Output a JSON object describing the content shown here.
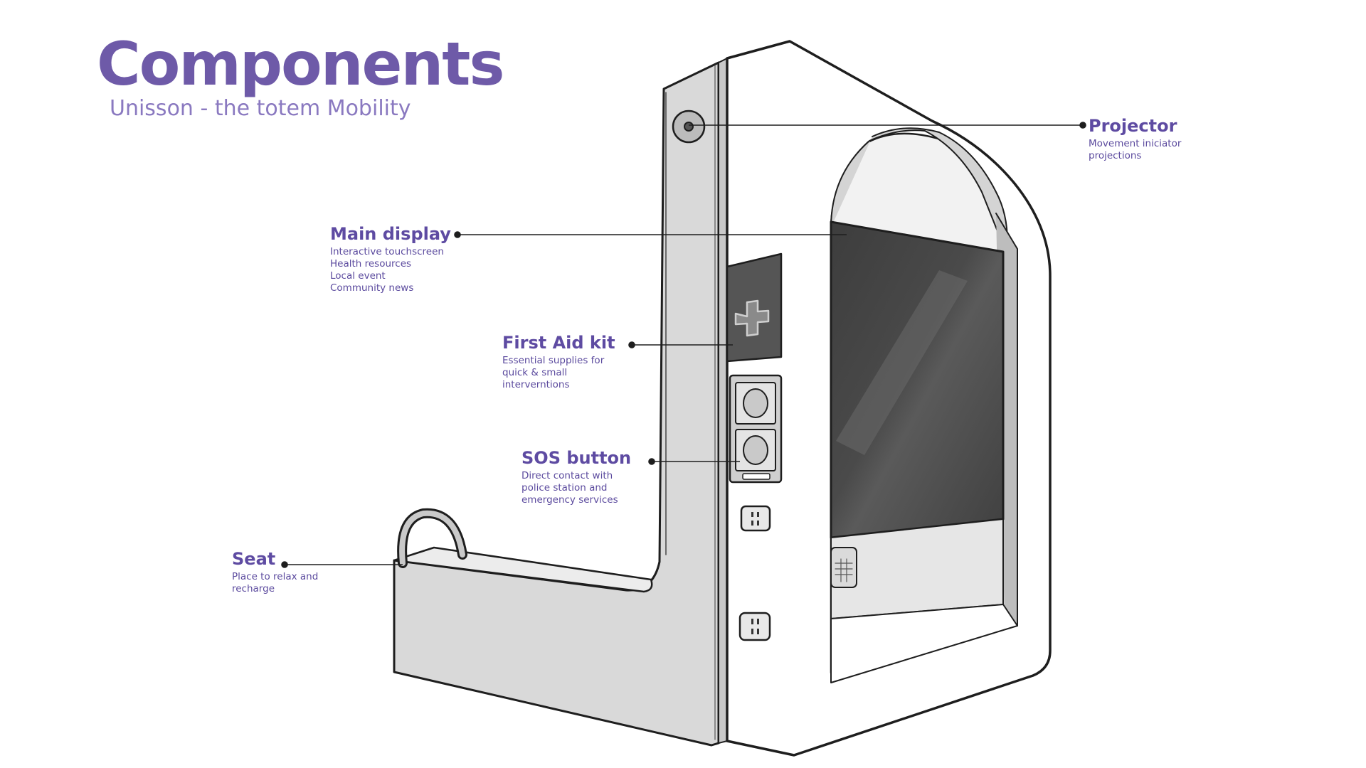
{
  "title": "Components",
  "subtitle": "Unisson - the totem Mobility",
  "colors": {
    "title": "#6e5aa8",
    "subtitle": "#8a79c0",
    "label": "#5e4ba2",
    "body_fill": "#dcdcdc",
    "screen": "#434343",
    "outline": "#1e1e1e"
  },
  "callouts": {
    "projector": {
      "heading": "Projector",
      "lines": [
        "Movement iniciator",
        "projections"
      ]
    },
    "main_display": {
      "heading": "Main display",
      "lines": [
        "Interactive touchscreen",
        "Health resources",
        "Local event",
        "Community news"
      ]
    },
    "first_aid": {
      "heading": "First Aid kit",
      "lines": [
        "Essential supplies for",
        "quick & small",
        "interverntions"
      ]
    },
    "sos": {
      "heading": "SOS button",
      "lines": [
        "Direct contact with",
        "police station and",
        "emergency services"
      ]
    },
    "seat": {
      "heading": "Seat",
      "lines": [
        "Place to relax and",
        "recharge"
      ]
    }
  }
}
